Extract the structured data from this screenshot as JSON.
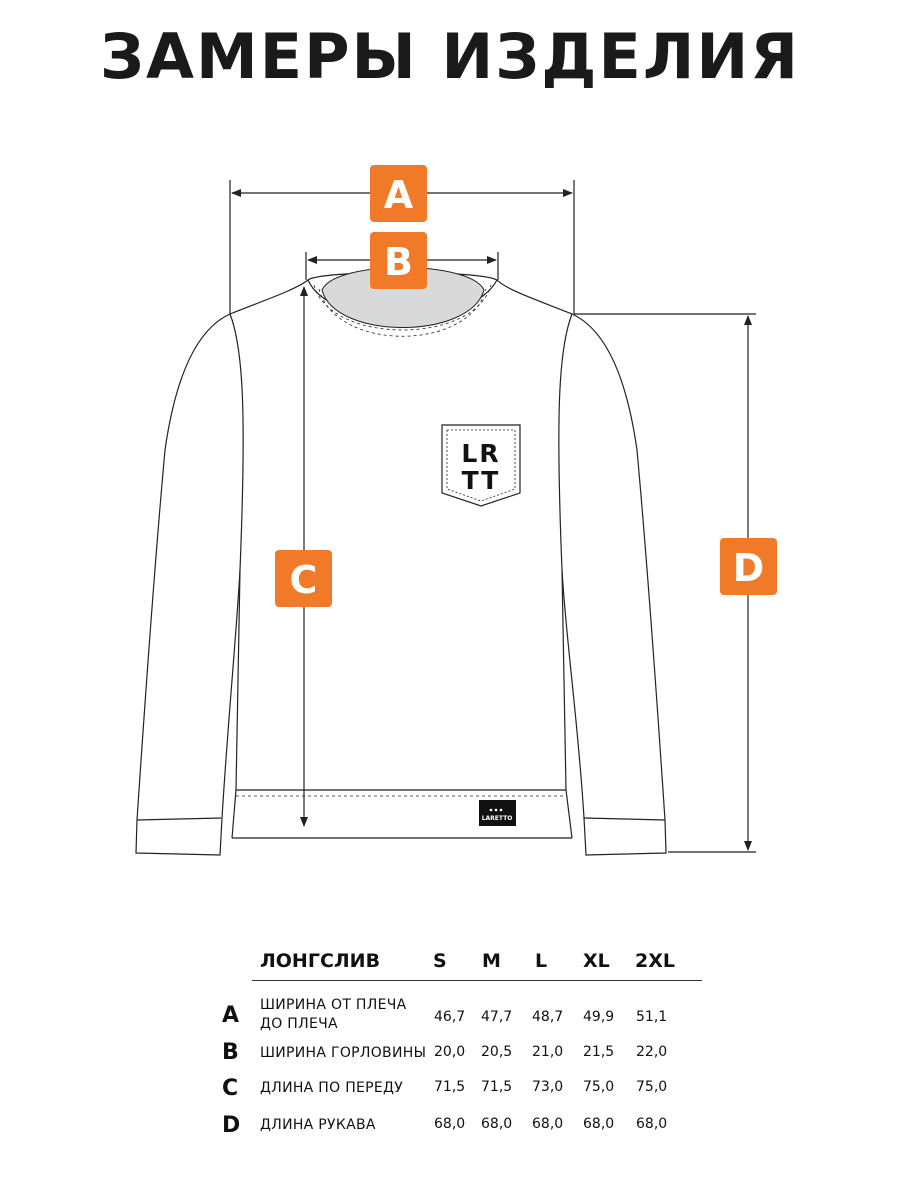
{
  "title": "ЗАМЕРЫ ИЗДЕЛИЯ",
  "colors": {
    "accent": "#f07a28",
    "ink": "#1a1a1a",
    "collar": "#d9d9d9"
  },
  "markers": {
    "a": "A",
    "b": "B",
    "c": "C",
    "d": "D"
  },
  "logo": {
    "line1": "LR",
    "line2": "TT"
  },
  "tag": {
    "text": "LARETTO"
  },
  "table": {
    "product": "ЛОНГСЛИВ",
    "sizes": [
      "S",
      "M",
      "L",
      "XL",
      "2XL"
    ],
    "rows": [
      {
        "letter": "A",
        "label": "ШИРИНА ОТ ПЛЕЧА ДО ПЛЕЧА",
        "values": [
          "46,7",
          "47,7",
          "48,7",
          "49,9",
          "51,1"
        ]
      },
      {
        "letter": "B",
        "label": "ШИРИНА ГОРЛОВИНЫ",
        "values": [
          "20,0",
          "20,5",
          "21,0",
          "21,5",
          "22,0"
        ]
      },
      {
        "letter": "C",
        "label": "ДЛИНА ПО ПЕРЕДУ",
        "values": [
          "71,5",
          "71,5",
          "73,0",
          "75,0",
          "75,0"
        ]
      },
      {
        "letter": "D",
        "label": "ДЛИНА РУКАВА",
        "values": [
          "68,0",
          "68,0",
          "68,0",
          "68,0",
          "68,0"
        ]
      }
    ]
  }
}
